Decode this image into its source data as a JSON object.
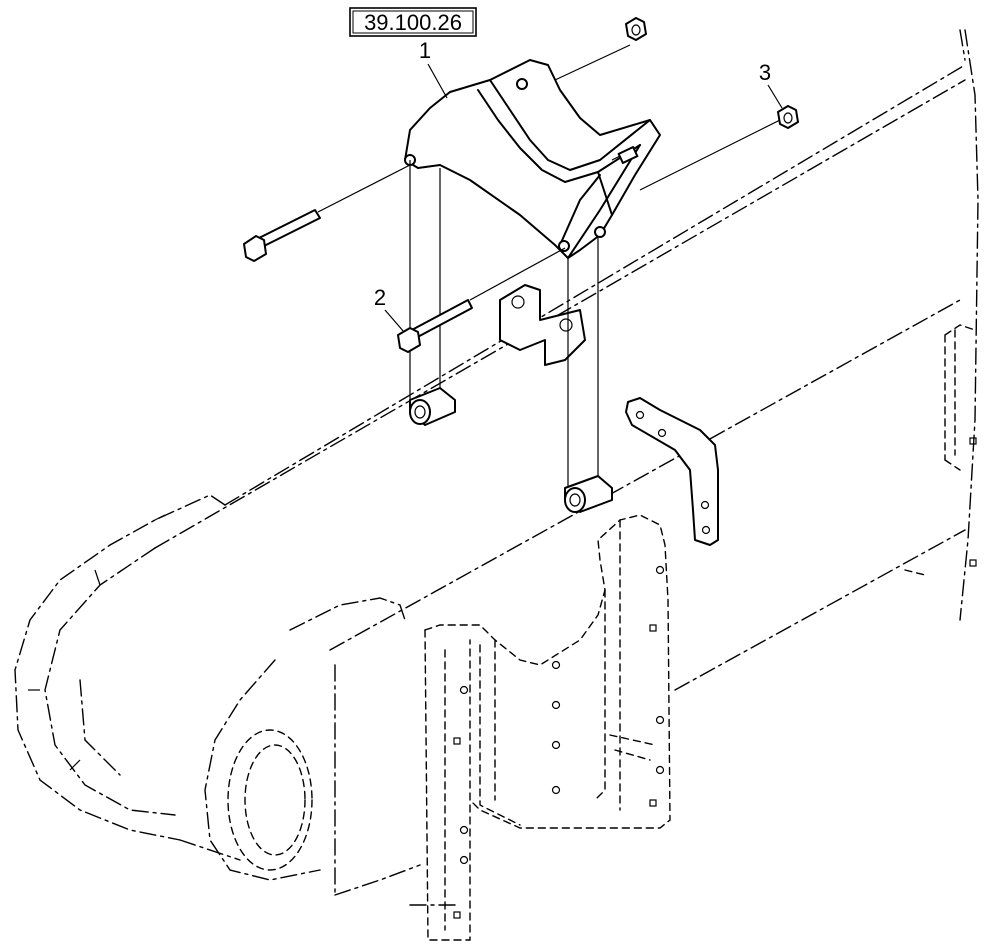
{
  "reference_box": {
    "label": "39.100.26"
  },
  "callouts": [
    {
      "id": "1",
      "label": "1"
    },
    {
      "id": "2",
      "label": "2"
    },
    {
      "id": "3",
      "label": "3"
    }
  ]
}
